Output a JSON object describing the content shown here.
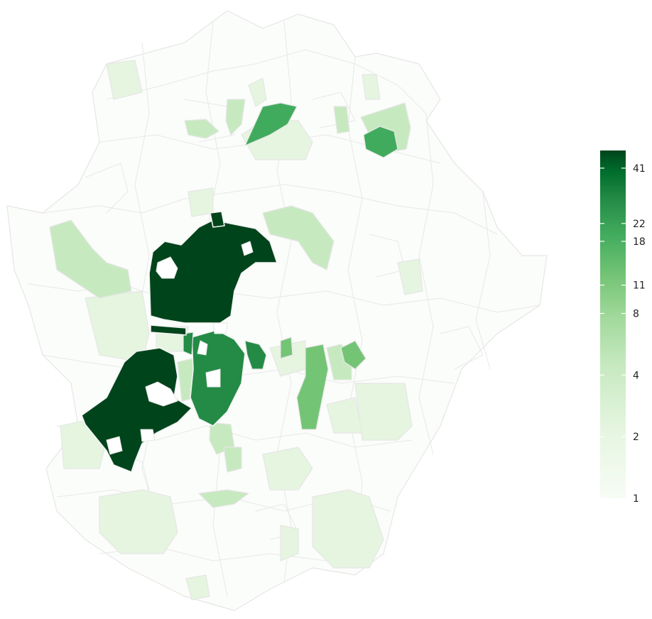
{
  "map": {
    "colors": {
      "c1": "#f7fcf5",
      "c2": "#e5f5e0",
      "c4": "#c7e9c0",
      "c8": "#a1d99b",
      "c11": "#74c476",
      "c18": "#41ab5d",
      "c22": "#238b45",
      "c41": "#00441b"
    }
  },
  "legend": {
    "ticks": [
      {
        "label": "41",
        "value": 41
      },
      {
        "label": "22",
        "value": 22
      },
      {
        "label": "18",
        "value": 18
      },
      {
        "label": "11",
        "value": 11
      },
      {
        "label": "8",
        "value": 8
      },
      {
        "label": "4",
        "value": 4
      },
      {
        "label": "2",
        "value": 2
      },
      {
        "label": "1",
        "value": 1
      }
    ],
    "min": 1,
    "max": 50,
    "scale": "log",
    "gradient": [
      "#f7fcf5",
      "#e5f5e0",
      "#c7e9c0",
      "#a1d99b",
      "#74c476",
      "#41ab5d",
      "#238b45",
      "#006d2c",
      "#00441b"
    ]
  }
}
